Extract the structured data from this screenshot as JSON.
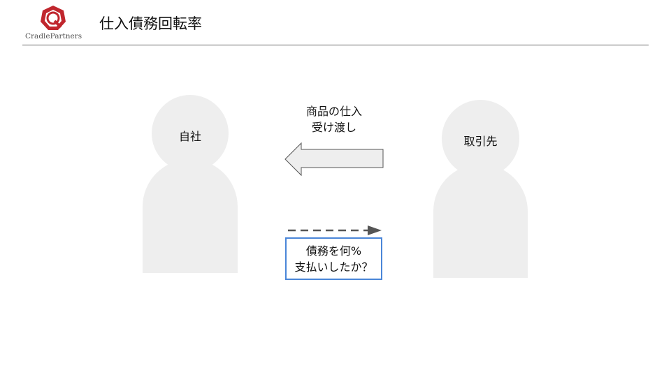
{
  "header": {
    "logo_text": "CradlePartners",
    "title": "仕入債務回転率"
  },
  "colors": {
    "figure": "#eeeeee",
    "logo_red": "#c0262d",
    "box_border": "#4a86d8",
    "dashed_arrow": "#555555"
  },
  "diagram": {
    "self_label": "自社",
    "partner_label": "取引先",
    "goods_line1": "商品の仕入",
    "goods_line2": "受け渡し",
    "question_line1": "債務を何%",
    "question_line2": "支払いしたか？"
  }
}
